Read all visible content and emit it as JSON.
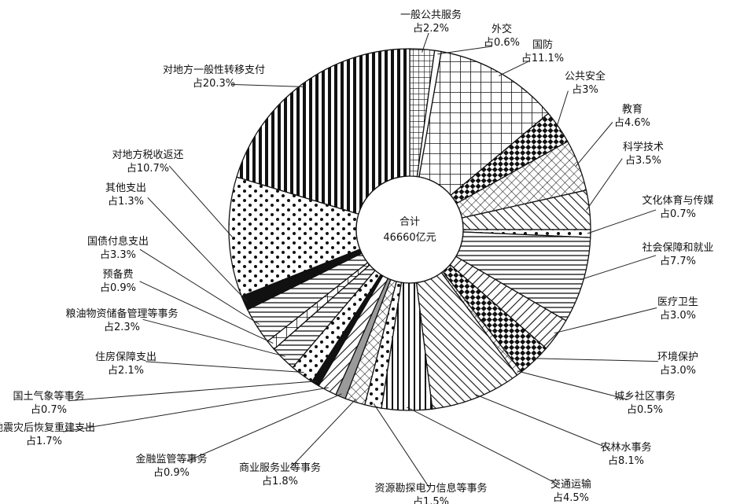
{
  "chart_data": {
    "type": "pie",
    "variant": "donut",
    "center_label": [
      "合计",
      "46660亿元"
    ],
    "slices": [
      {
        "name": "一般公共服务",
        "value_label": "占2.2%",
        "value": 2.2,
        "pattern": "dense-grid"
      },
      {
        "name": "外交",
        "value_label": "占0.6%",
        "value": 0.6,
        "pattern": "white"
      },
      {
        "name": "国防",
        "value_label": "占11.1%",
        "value": 11.1,
        "pattern": "grid"
      },
      {
        "name": "公共安全",
        "value_label": "占3%",
        "value": 3.0,
        "pattern": "checker"
      },
      {
        "name": "教育",
        "value_label": "占4.6%",
        "value": 4.6,
        "pattern": "crosshatch"
      },
      {
        "name": "科学技术",
        "value_label": "占3.5%",
        "value": 3.5,
        "pattern": "hatch-back"
      },
      {
        "name": "文化体育与传媒",
        "value_label": "占0.7%",
        "value": 0.7,
        "pattern": "dots"
      },
      {
        "name": "社会保障和就业",
        "value_label": "占7.7%",
        "value": 7.7,
        "pattern": "horizontal"
      },
      {
        "name": "医疗卫生",
        "value_label": "占3.0%",
        "value": 3.0,
        "pattern": "hatch-fwd"
      },
      {
        "name": "环境保护",
        "value_label": "占3.0%",
        "value": 3.0,
        "pattern": "checker"
      },
      {
        "name": "城乡社区事务",
        "value_label": "占0.5%",
        "value": 0.5,
        "pattern": "crosshatch"
      },
      {
        "name": "农林水事务",
        "value_label": "占8.1%",
        "value": 8.1,
        "pattern": "hatch-back"
      },
      {
        "name": "交通运输",
        "value_label": "占4.5%",
        "value": 4.5,
        "pattern": "vertical"
      },
      {
        "name": "资源勘探电力信息等事务",
        "value_label": "占1.5%",
        "value": 1.5,
        "pattern": "dots"
      },
      {
        "name": "商业服务业等事务",
        "value_label": "占1.8%",
        "value": 1.8,
        "pattern": "crosshatch"
      },
      {
        "name": "金融监管等事务",
        "value_label": "占0.9%",
        "value": 0.9,
        "pattern": "gray"
      },
      {
        "name": "地震灾后恢复重建支出",
        "value_label": "占1.7%",
        "value": 1.7,
        "pattern": "hatch-fwd"
      },
      {
        "name": "国土气象等事务",
        "value_label": "占0.7%",
        "value": 0.7,
        "pattern": "black"
      },
      {
        "name": "住房保障支出",
        "value_label": "占2.1%",
        "value": 2.1,
        "pattern": "dots"
      },
      {
        "name": "粮油物资储备管理等事务",
        "value_label": "占2.3%",
        "value": 2.3,
        "pattern": "horizontal"
      },
      {
        "name": "预备费",
        "value_label": "占0.9%",
        "value": 0.9,
        "pattern": "grid"
      },
      {
        "name": "国债付息支出",
        "value_label": "占3.3%",
        "value": 3.3,
        "pattern": "horizontal"
      },
      {
        "name": "其他支出",
        "value_label": "占1.3%",
        "value": 1.3,
        "pattern": "black"
      },
      {
        "name": "对地方税收返还",
        "value_label": "占10.7%",
        "value": 10.7,
        "pattern": "dots"
      },
      {
        "name": "对地方一般性转移支付",
        "value_label": "占20.3%",
        "value": 20.3,
        "pattern": "vertical-bold"
      }
    ]
  }
}
